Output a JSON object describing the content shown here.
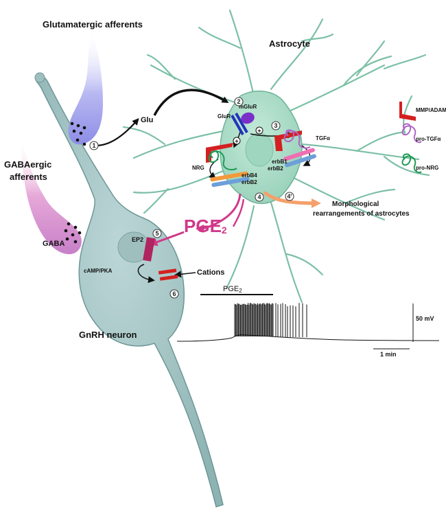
{
  "labels": {
    "glutamatergic": "Glutamatergic afferents",
    "astrocyte": "Astrocyte",
    "gaba_afferents_1": "GABAergic",
    "gaba_afferents_2": "afferents",
    "gaba": "GABA",
    "glu": "Glu",
    "glur": "GluR",
    "mglur": "mGluR",
    "tgfa": "TGFα",
    "nrg": "NRG",
    "erbb4": "erbB4",
    "erbb2_left": "erbB2",
    "erbb1": "erbB1",
    "erbb2_right": "erbB2",
    "mmp_adam": "MMP/ADAM",
    "pro_tgfa": "pro-TGFα",
    "pro_nrg": "pro-NRG",
    "pge2_big": "PGE",
    "pge2_big_sub": "2",
    "morph_1": "Morphological",
    "morph_2": "rearrangements of astrocytes",
    "ep2": "EP2",
    "camp_pka": "cAMP/PKA",
    "cations": "Cations",
    "gnrh": "GnRH neuron",
    "trace_pge2": "PGE",
    "trace_pge2_sub": "2",
    "scale_mv": "50 mV",
    "scale_min": "1 min"
  },
  "steps": [
    "1",
    "2",
    "3",
    "4",
    "4'",
    "5",
    "6"
  ],
  "colors": {
    "astrocyte_fill": "#a9ddc8",
    "astrocyte_stroke": "#6fb39a",
    "neuron_fill": "#a8c7c7",
    "neuron_stroke": "#6e9696",
    "pge2": "#d0388a",
    "mmp": "#d42020",
    "pro_tgfa": "#b065c7",
    "pro_nrg": "#1f9a55",
    "glur": "#2233bb",
    "mglur": "#7a2fc9",
    "erbb_orange": "#f39a3c",
    "erbb_blue": "#6d9fd8",
    "erbb_pink": "#ee6fb2",
    "morph_arrow": "#f4a06b",
    "ep2": "#b0245f",
    "cation_channel": "#d42020"
  }
}
